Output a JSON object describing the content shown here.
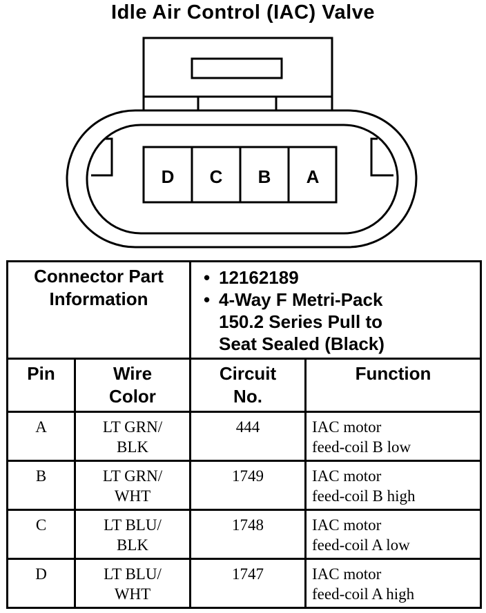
{
  "title": "Idle Air Control (IAC) Valve",
  "connector": {
    "cavities": [
      "D",
      "C",
      "B",
      "A"
    ]
  },
  "part_info": {
    "label_lines": [
      "Connector Part",
      "Information"
    ],
    "bullets": [
      {
        "lines": [
          "12162189"
        ]
      },
      {
        "lines": [
          "4-Way F Metri-Pack",
          "150.2 Series Pull to",
          "Seat Sealed (Black)"
        ]
      }
    ]
  },
  "headers": {
    "pin": [
      "Pin"
    ],
    "wire_color": [
      "Wire",
      "Color"
    ],
    "circuit": [
      "Circuit",
      "No."
    ],
    "function": [
      "Function"
    ]
  },
  "rows": [
    {
      "pin": "A",
      "wire": [
        "LT GRN/",
        "BLK"
      ],
      "circuit": "444",
      "function": [
        "IAC motor",
        "feed-coil B  low"
      ]
    },
    {
      "pin": "B",
      "wire": [
        "LT GRN/",
        "WHT"
      ],
      "circuit": "1749",
      "function": [
        "IAC motor",
        "feed-coil B  high"
      ]
    },
    {
      "pin": "C",
      "wire": [
        "LT BLU/",
        "BLK"
      ],
      "circuit": "1748",
      "function": [
        "IAC motor",
        "feed-coil A  low"
      ]
    },
    {
      "pin": "D",
      "wire": [
        "LT BLU/",
        "WHT"
      ],
      "circuit": "1747",
      "function": [
        "IAC motor",
        "feed-coil A  high"
      ]
    }
  ]
}
